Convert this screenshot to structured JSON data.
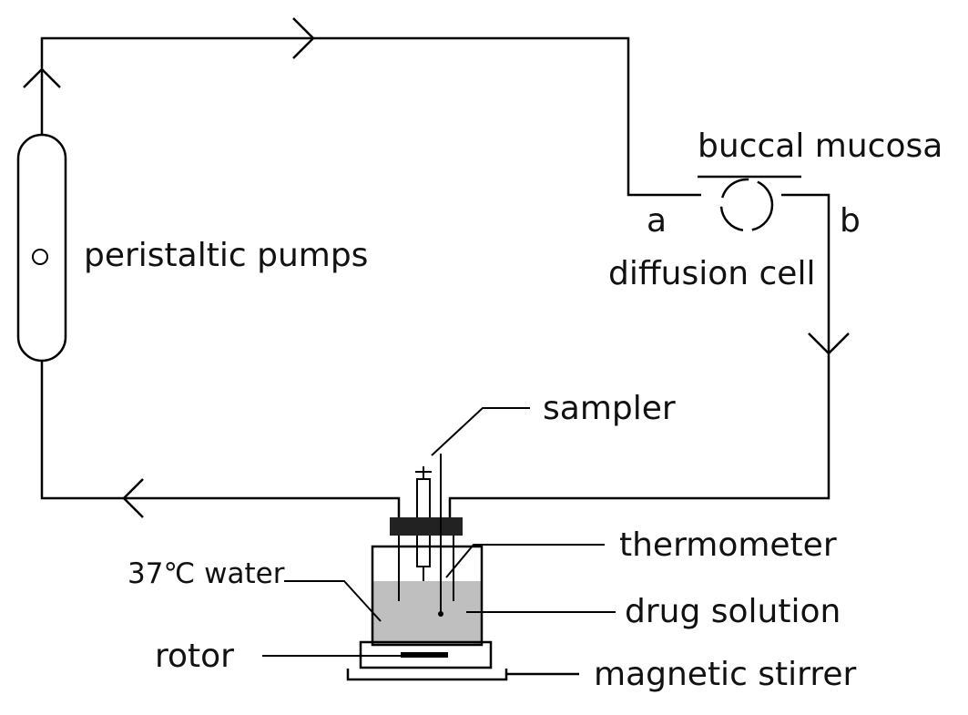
{
  "labels": {
    "buccal_mucosa": "buccal mucosa",
    "a": "a",
    "b": "b",
    "diffusion_cell": "diffusion cell",
    "peristaltic_pumps": "peristaltic pumps",
    "sampler": "sampler",
    "thermometer": "thermometer",
    "water": "37℃ water",
    "drug_solution": "drug solution",
    "rotor": "rotor",
    "magnetic_stirrer": "magnetic stirrer"
  },
  "colors": {
    "line": "#000000",
    "solution": "#bfbfbf",
    "stopper": "#222222"
  }
}
